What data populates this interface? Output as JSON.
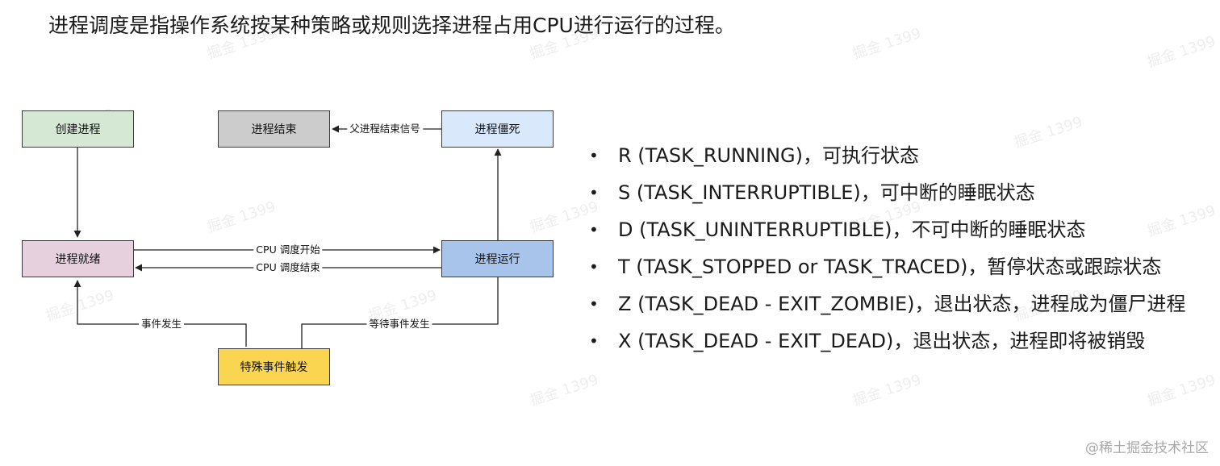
{
  "intro_text": "进程调度是指操作系统按某种策略或规则选择进程占用CPU进行运行的过程。",
  "diagram": {
    "nodes": {
      "create": {
        "label": "创建进程",
        "color": "#d5e8d4"
      },
      "end": {
        "label": "进程结束",
        "color": "#cccccc"
      },
      "zombie": {
        "label": "进程僵死",
        "color": "#dae8fc"
      },
      "ready": {
        "label": "进程就绪",
        "color": "#e6d0de"
      },
      "running": {
        "label": "进程运行",
        "color": "#a9c4eb"
      },
      "special": {
        "label": "特殊事件触发",
        "color": "#fad54f"
      }
    },
    "edges": {
      "parent_end_signal": "父进程结束信号",
      "cpu_start": "CPU 调度开始",
      "cpu_end": "CPU 调度结束",
      "event_occur": "事件发生",
      "wait_event": "等待事件发生"
    }
  },
  "states": [
    "R (TASK_RUNNING)，可执行状态",
    "S (TASK_INTERRUPTIBLE)，可中断的睡眠状态",
    "D (TASK_UNINTERRUPTIBLE)，不可中断的睡眠状态",
    "T (TASK_STOPPED or TASK_TRACED)，暂停状态或跟踪状态",
    "Z (TASK_DEAD - EXIT_ZOMBIE)，退出状态，进程成为僵尸进程",
    "X (TASK_DEAD - EXIT_DEAD)，退出状态，进程即将被销毁"
  ],
  "bullet_char": "•",
  "watermark_text": "掘金 1399",
  "credit": "@稀土掘金技术社区"
}
